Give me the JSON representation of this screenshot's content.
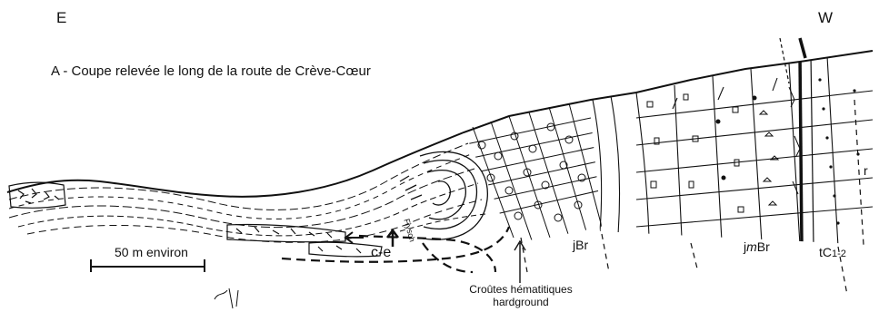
{
  "orientation": {
    "east": "E",
    "west": "W"
  },
  "caption": "A - Coupe relevée le long de la route de Crève-Cœur",
  "scale_bar": {
    "label": "50 m environ"
  },
  "formations": {
    "c_e": "c-e",
    "flysch": "Flysch",
    "jBr": "jBr",
    "jmBr_prefix": "j",
    "jmBr_italic": "m",
    "jmBr_suffix": "Br",
    "tC": "tC",
    "tC_sub": "1-2",
    "r": "r"
  },
  "annotation": {
    "line1": "Croûtes hématitiques",
    "line2": "hardground"
  },
  "colors": {
    "ink": "#111111",
    "paper": "#ffffff"
  }
}
